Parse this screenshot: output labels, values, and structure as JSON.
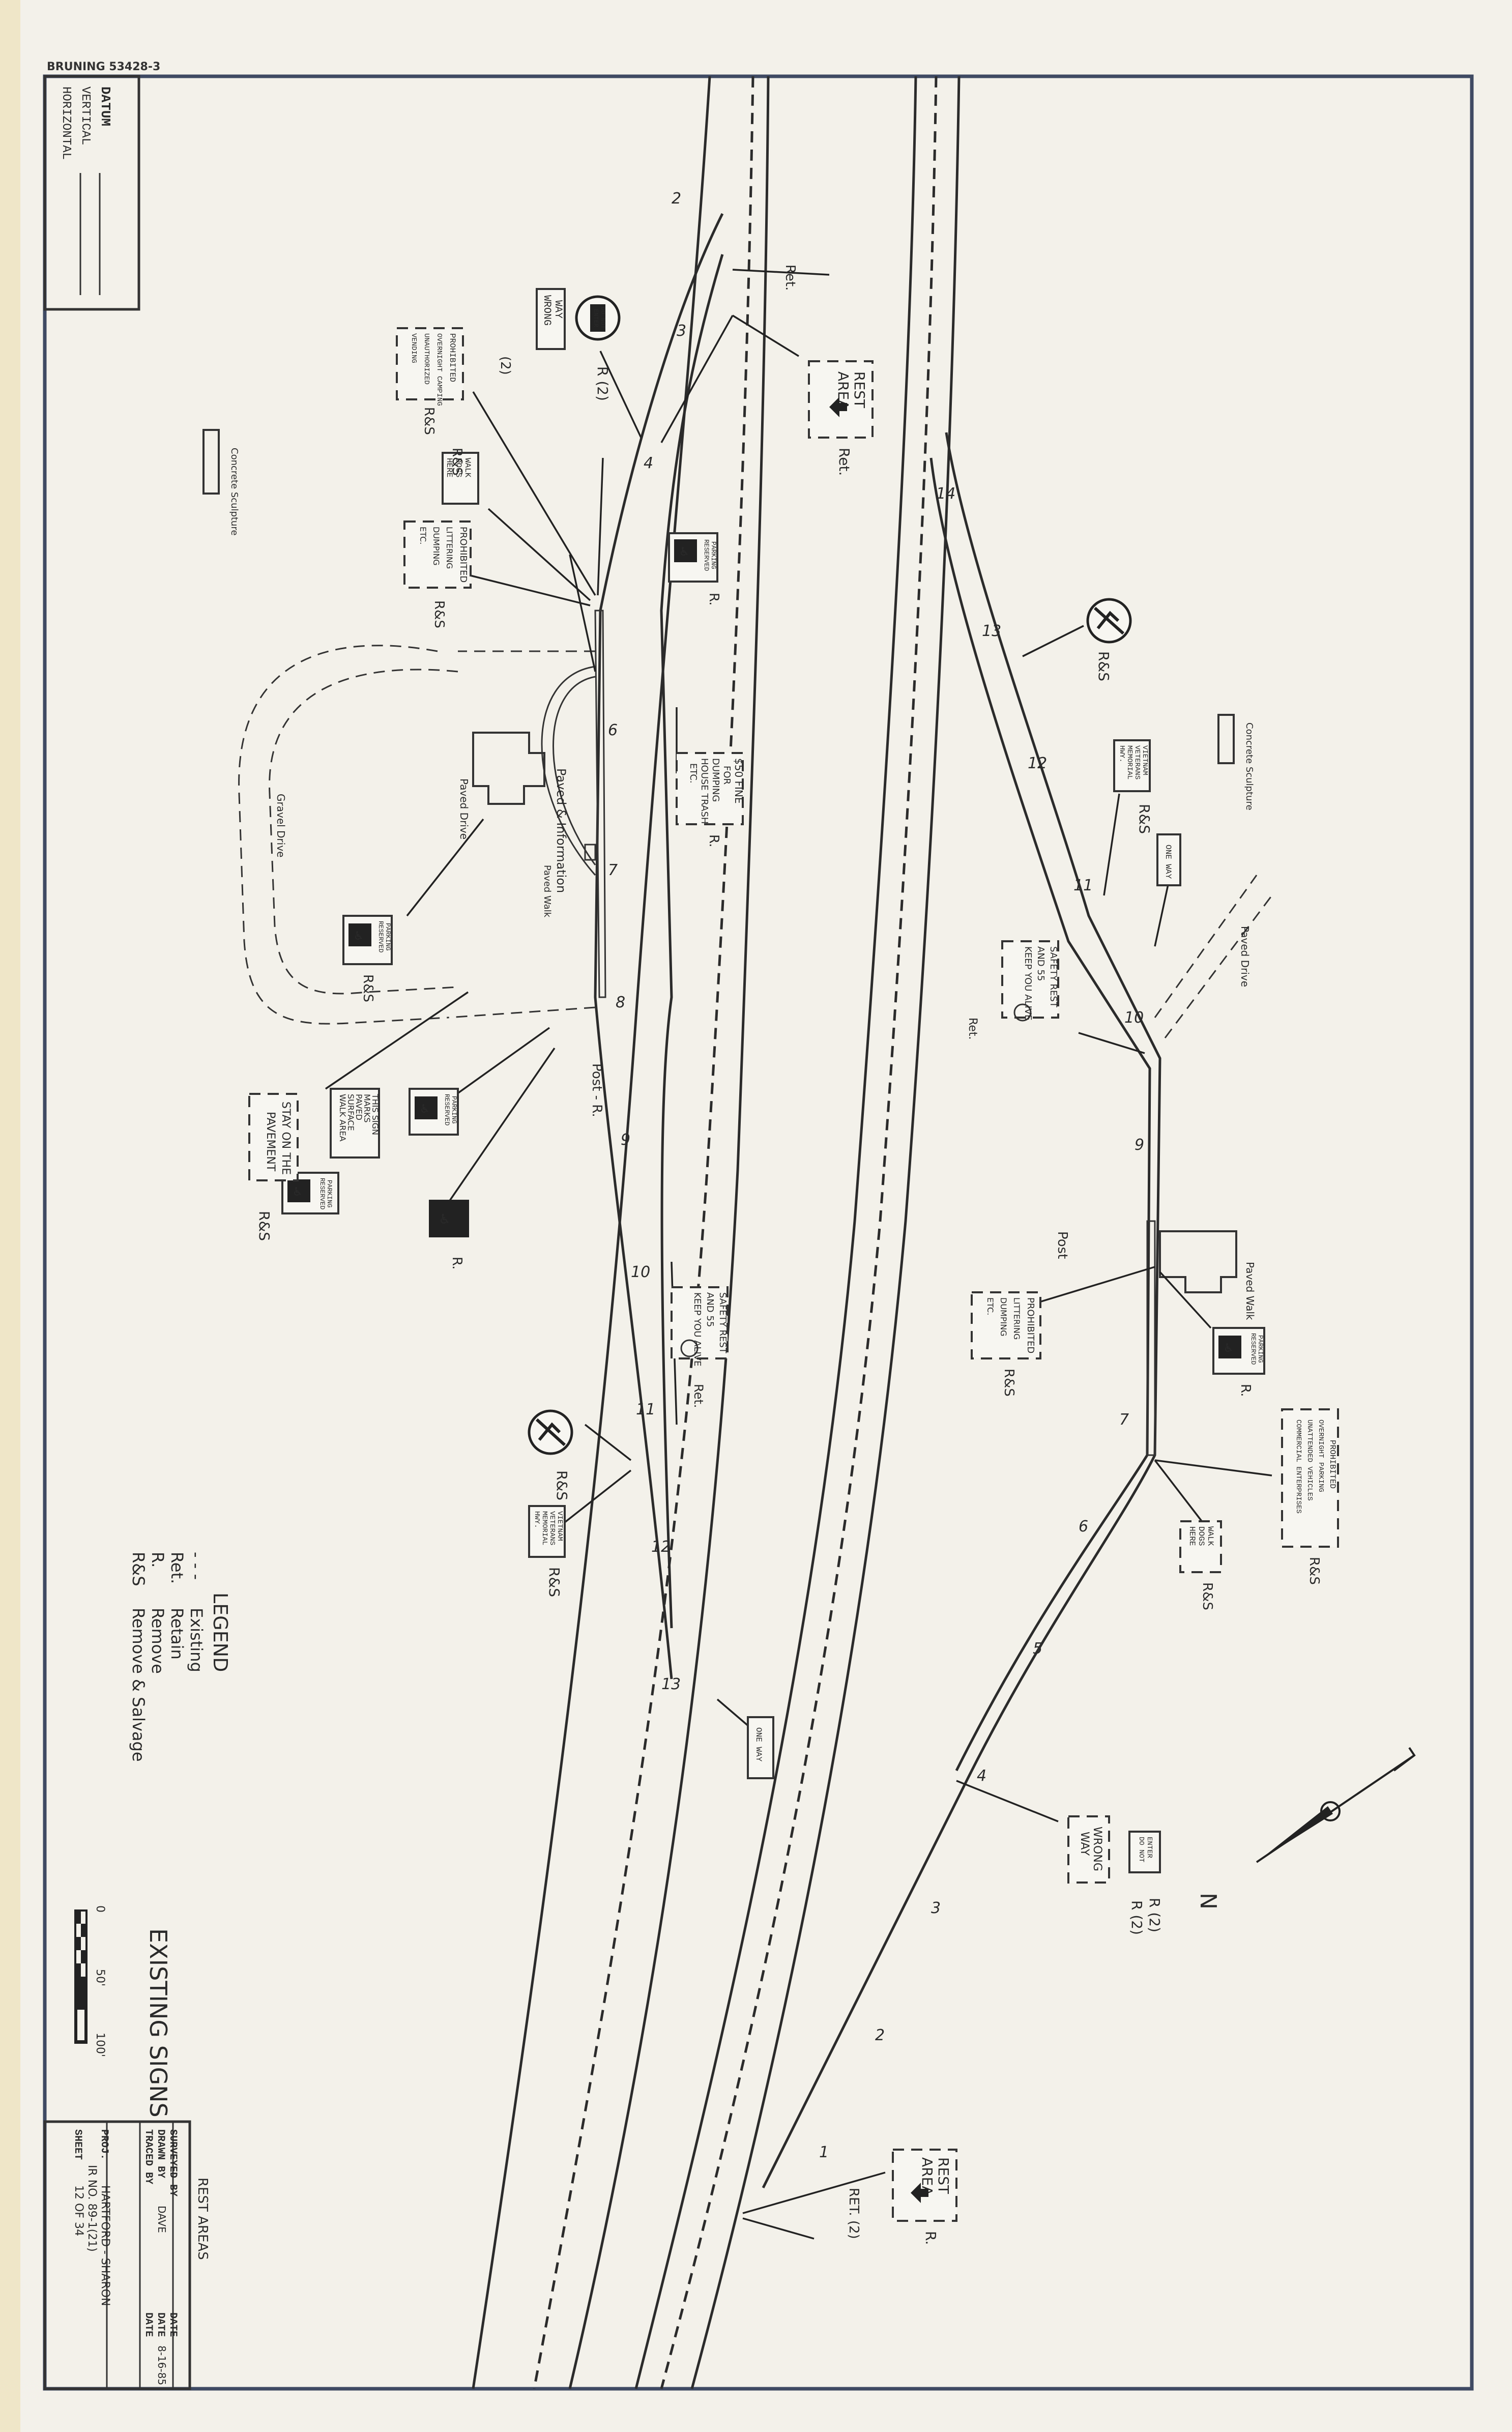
{
  "stamp": "BRUNING 53428-3",
  "datum": {
    "title": "DATUM",
    "vertical": "VERTICAL",
    "horizontal": "HORIZONTAL"
  },
  "legend": {
    "title": "LEGEND",
    "items": [
      {
        "key": "- - -",
        "text": "Existing"
      },
      {
        "key": "Ret.",
        "text": "Retain"
      },
      {
        "key": "R.",
        "text": "Remove"
      },
      {
        "key": "R&S",
        "text": "Remove & Salvage"
      }
    ]
  },
  "drawing_title": "EXISTING SIGNS",
  "scale": {
    "ticks": [
      "0",
      "50'",
      "100'"
    ]
  },
  "title_block": {
    "heading": "REST AREAS",
    "surveyed_by": "SURVEYED BY",
    "drawn_by": "DRAWN BY",
    "drawn_by_value": "DAVE",
    "traced_by": "TRACED BY",
    "date": "DATE",
    "date_value": "8-16-85",
    "date2": "DATE",
    "date3": "DATE",
    "proj": "PROJ.",
    "proj_value": "HARTFORD - SHARON",
    "proj_no": "IR   NO. 89-1(21)",
    "sheet": "SHEET",
    "sheet_value": "12   OF  34"
  },
  "north": "N",
  "notes": {
    "concrete_sculpture": "Concrete Sculpture",
    "paved_drive": "Paved Drive",
    "gravel_drive": "Gravel Drive",
    "paved_walk": "Paved Walk",
    "paved_info": "Paved & Information",
    "post": "Post",
    "post_r": "Post - R.",
    "ret": "Ret.",
    "r": "R.",
    "rs": "R&S",
    "ret2": "RET. (2)",
    "r2": "R (2)",
    "two": "(2)"
  },
  "signs": {
    "do_not_enter": [
      "DO NOT",
      "ENTER"
    ],
    "wrong_way": [
      "WRONG",
      "WAY"
    ],
    "rest_area": [
      "REST",
      "AREA"
    ],
    "prohibited": [
      "PROHIBITED",
      "OVERNIGHT CAMPING",
      "UNAUTHORIZED",
      "VENDING"
    ],
    "dogs_here": [
      "WALK",
      "DOGS",
      "HERE"
    ],
    "prohibited2": [
      "PROHIBITED",
      "LITTERING",
      "DUMPING",
      "ETC."
    ],
    "reserved_parking": [
      "RESERVED",
      "PARKING"
    ],
    "fine": [
      "$50 FINE",
      "FOR",
      "DUMPING",
      "HOUSE TRASH",
      "ETC."
    ],
    "this_sign": [
      "THIS SIGN",
      "MARKS",
      "PAVED",
      "SURFACE",
      "WALK AREA"
    ],
    "stay_pavement": [
      "STAY ON THE",
      "PAVEMENT"
    ],
    "safety_rest": [
      "SAFETY REST",
      "AND 55",
      "KEEP YOU ALIVE"
    ],
    "vietnam": [
      "VIETNAM",
      "VETERANS",
      "MEMORIAL",
      "HWY."
    ],
    "one_way": "ONE WAY",
    "trucks": [
      "PROHIBITED",
      "OVERNIGHT PARKING",
      "UNATTENDED VEHICLES",
      "COMMERCIAL ENTERPRISES"
    ]
  },
  "stations": [
    "1",
    "2",
    "3",
    "4",
    "5",
    "6",
    "7",
    "8",
    "9",
    "10",
    "11",
    "12",
    "13",
    "14"
  ]
}
